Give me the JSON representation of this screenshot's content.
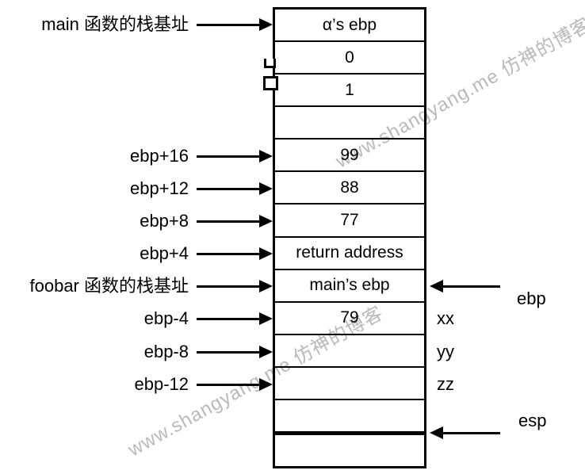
{
  "diagram": {
    "title_hint": "stack frame layout of foobar called from main",
    "watermark": "www.shangyang.me 仿神的博客",
    "stack_cells": [
      "α’s ebp",
      "0",
      "1",
      "",
      "99",
      "88",
      "77",
      "return address",
      "main’s ebp",
      "79",
      "",
      "",
      "",
      ""
    ],
    "left_pointers": [
      "main 函数的栈基址",
      "ebp+16",
      "ebp+12",
      "ebp+8",
      "ebp+4",
      "foobar 函数的栈基址",
      "ebp-4",
      "ebp-8",
      "ebp-12"
    ],
    "right_labels": [
      "xx",
      "yy",
      "zz"
    ],
    "registers": [
      "ebp",
      "esp"
    ],
    "colors": {
      "line": "#000000",
      "text": "#000000",
      "watermark": "#b9b9b9",
      "background": "#ffffff"
    }
  }
}
